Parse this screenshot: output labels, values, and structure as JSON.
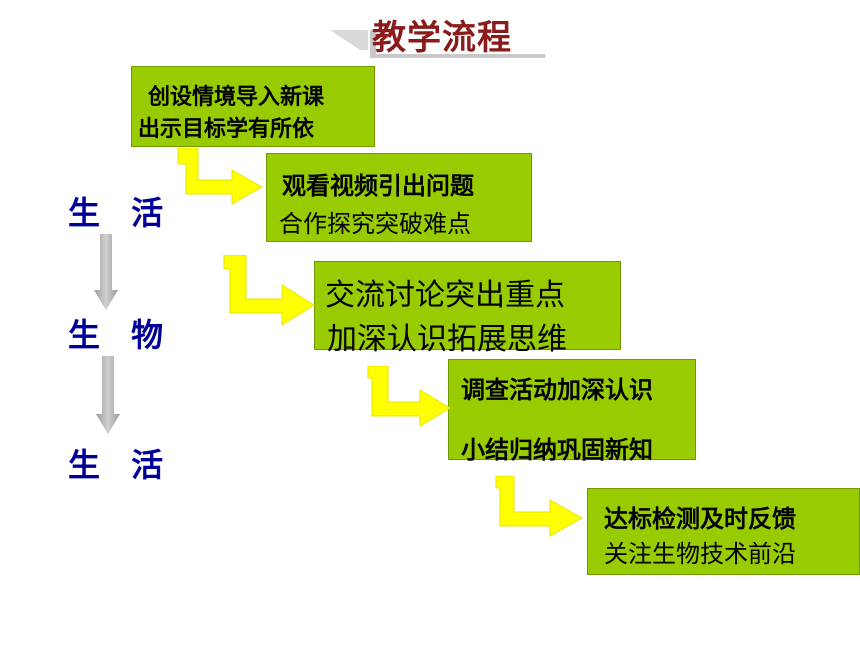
{
  "title": "教学流程",
  "steps": [
    {
      "line1": "创设情境导入新课",
      "line2": "出示目标学有所依"
    },
    {
      "line1": "观看视频引出问题",
      "line2": "合作探究突破难点"
    },
    {
      "line1": "交流讨论突出重点",
      "line2": "加深认识拓展思维"
    },
    {
      "line1": "调查活动加深认识",
      "line2": "小结归纳巩固新知"
    },
    {
      "line1": "达标检测及时反馈",
      "line2": "关注生物技术前沿"
    }
  ],
  "side_labels": [
    "生 活",
    "生 物",
    "生 活"
  ],
  "colors": {
    "box_fill": "#99cc00",
    "title": "#8b1a1a",
    "side_label": "#000099",
    "step_arrow": "#ffff00",
    "side_arrow": "#a6a6a6"
  },
  "icons": {
    "step_arrow": "l-shaped-right-arrow",
    "side_arrow": "down-arrow"
  }
}
